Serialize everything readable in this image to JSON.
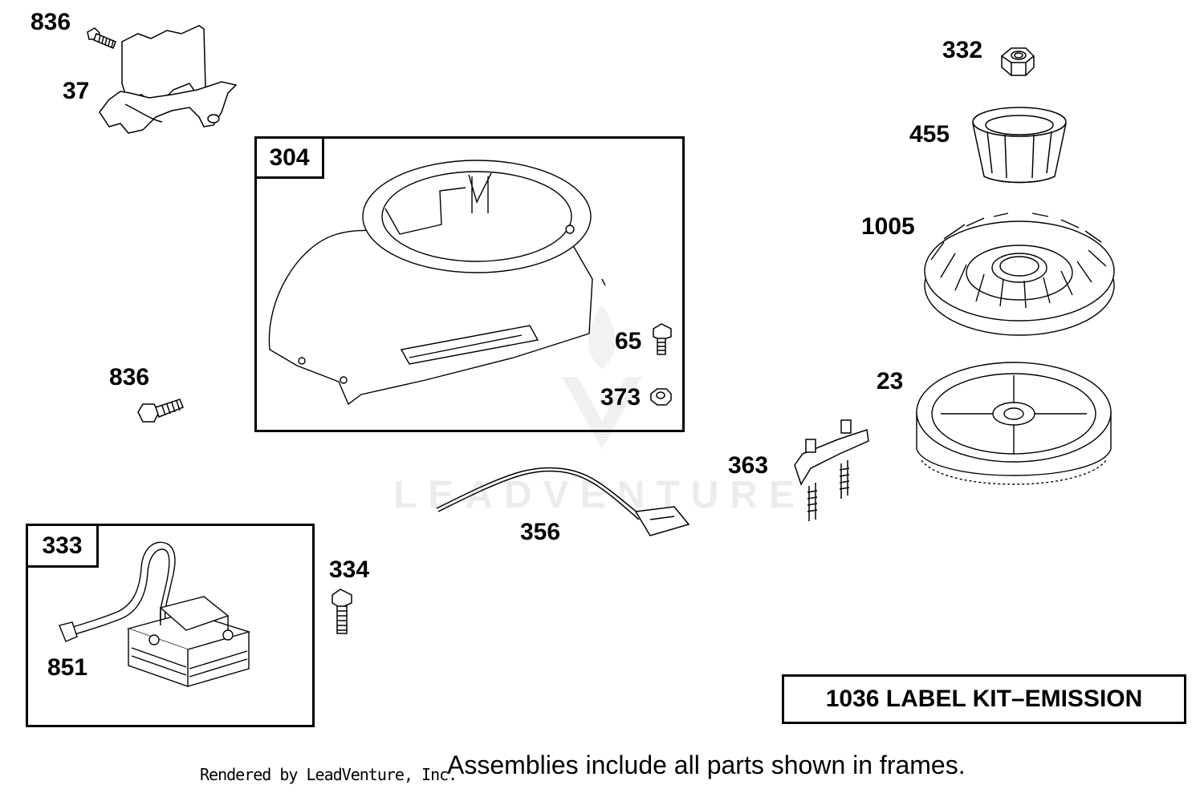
{
  "frames": {
    "blower_housing": "304",
    "ignition": "333"
  },
  "labels": {
    "p836_top": "836",
    "p37": "37",
    "p332": "332",
    "p455": "455",
    "p1005": "1005",
    "p65": "65",
    "p373": "373",
    "p836_mid": "836",
    "p23": "23",
    "p363": "363",
    "p356": "356",
    "p334": "334",
    "p851": "851"
  },
  "label_kit": "1036 LABEL KIT–EMISSION",
  "footer": {
    "rendered_by": "Rendered by LeadVenture, Inc.",
    "note": "Assemblies include all parts shown in frames."
  },
  "watermark": "LEADVENTURE"
}
